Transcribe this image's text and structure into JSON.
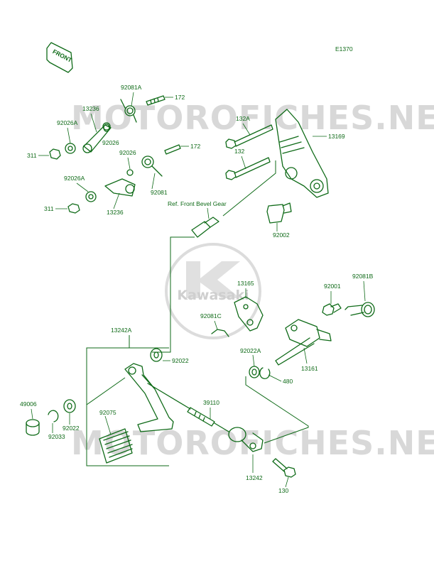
{
  "diagram_code": "E1370",
  "front_label": "FRONT",
  "watermark_text": "MOTOROFICHES.NET",
  "logo_text": "Kawasaki",
  "colors": {
    "line": "#0e6a17",
    "watermark": "#d8d8d8",
    "background": "#ffffff"
  },
  "labels": {
    "p92081A": "92081A",
    "p172a": "172",
    "p13236a": "13236",
    "p92026Aa": "92026A",
    "p92026a": "92026",
    "p311a": "311",
    "p92026b": "92026",
    "p172b": "172",
    "p92026Ab": "92026A",
    "p92081": "92081",
    "p311b": "311",
    "p13236b": "13236",
    "p132A": "132A",
    "p13169": "13169",
    "p132": "132",
    "ref": "Ref. Front Bevel Gear",
    "p92002": "92002",
    "p92081B": "92081B",
    "p92001": "92001",
    "p13165": "13165",
    "p92081C": "92081C",
    "p13242A": "13242A",
    "p92022a": "92022",
    "p92022A": "92022A",
    "p13161": "13161",
    "p480": "480",
    "p49006": "49006",
    "p92075": "92075",
    "p39110": "39110",
    "p92022b": "92022",
    "p92033": "92033",
    "p13242": "13242",
    "p130": "130"
  }
}
